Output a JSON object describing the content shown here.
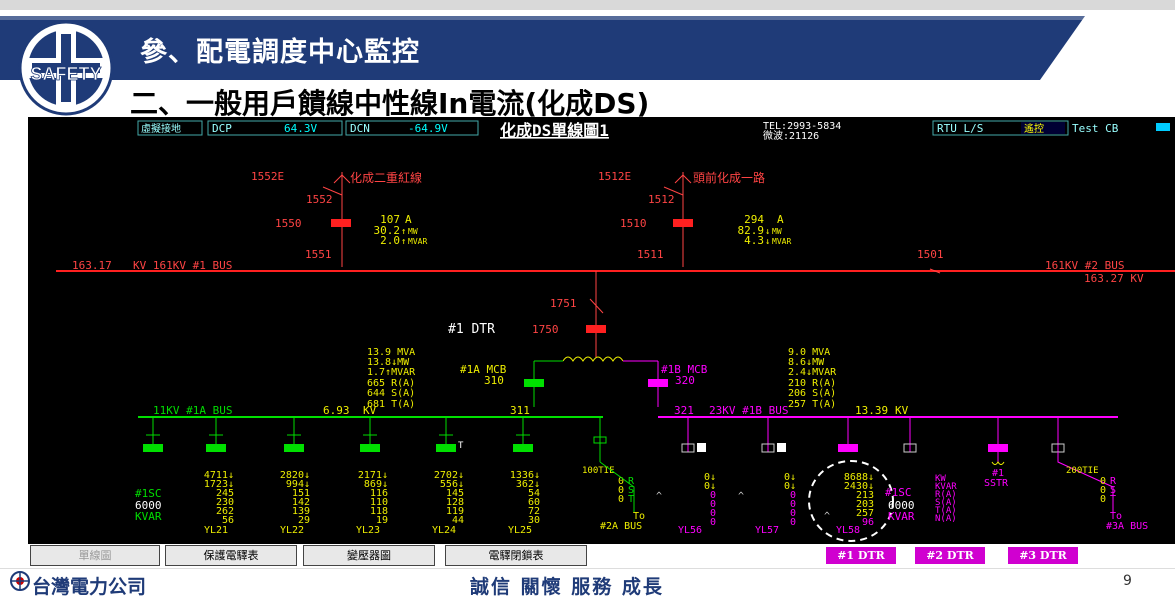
{
  "slide": {
    "banner_title": "參、配電調度中心監控",
    "subtitle": "二、一般用戶饋線中性線In電流(化成DS)",
    "safety_badge": "SAFETY",
    "company": "台灣電力公司",
    "motto": "誠信 關懷 服務 成長",
    "page_number": "9"
  },
  "scada": {
    "header": {
      "virtual_ground": "虛擬接地",
      "dcp_label": "DCP",
      "dcp_value": "64.3V",
      "dcn_label": "DCN",
      "dcn_value": "-64.9V",
      "title": "化成DS單線圖1",
      "tel": "TEL:2993-5834",
      "micro": "微波:21126",
      "rtu": "RTU L/S",
      "remote": "遙控",
      "test_cb": "Test CB"
    },
    "lines": {
      "left_name": "化成二重紅線",
      "right_name": "頭前化成一路",
      "left_top_id": "1552E",
      "left_sw": "1552",
      "left_cb": "1550",
      "left_low": "1551",
      "right_top_id": "1512E",
      "right_sw": "1512",
      "right_cb": "1510",
      "right_low": "1511",
      "left_a": "107",
      "left_mw": "30.2",
      "left_mvar": "2.0",
      "right_a": "294",
      "right_mw": "82.9",
      "right_mvar": "4.3",
      "unit_a": "A",
      "unit_mw": "MW",
      "unit_mvar": "MVAR",
      "tie": "1501"
    },
    "buses": {
      "bus1_kv": "163.17",
      "bus1_label": "KV 161KV #1 BUS",
      "bus2_label": "161KV #2 BUS",
      "bus2_kv": "163.27 KV"
    },
    "transformer": {
      "sw": "1751",
      "name": "#1  DTR",
      "cb": "1750",
      "left_mcb": "#1A MCB",
      "left_mcb_id": "310",
      "right_mcb": "#1B MCB",
      "right_mcb_id": "320",
      "left_meas": [
        "13.9 MVA",
        "13.8↓MW",
        "1.7↑MVAR",
        "665  R(A)",
        "644  S(A)",
        "681  T(A)"
      ],
      "right_meas": [
        "9.0 MVA",
        "8.6↓MW",
        "2.4↓MVAR",
        "210  R(A)",
        "206  S(A)",
        "257  T(A)"
      ]
    },
    "bus_1a": {
      "label": "11KV #1A BUS",
      "kv": "6.93",
      "kv_unit": "KV",
      "id": "311"
    },
    "bus_1b": {
      "id": "321",
      "label": "23KV #1B BUS",
      "kv": "13.39",
      "kv_unit": "KV"
    },
    "feeders_left": [
      {
        "name": "YL21",
        "vals": [
          "4711↓",
          "1723↓",
          "245",
          "230",
          "262",
          "56"
        ]
      },
      {
        "name": "YL22",
        "vals": [
          "2820↓",
          "994↓",
          "151",
          "142",
          "139",
          "29"
        ]
      },
      {
        "name": "YL23",
        "vals": [
          "2171↓",
          "869↓",
          "116",
          "110",
          "118",
          "19"
        ]
      },
      {
        "name": "YL24",
        "vals": [
          "2702↓",
          "556↓",
          "145",
          "128",
          "119",
          "44"
        ]
      },
      {
        "name": "YL25",
        "vals": [
          "1336↓",
          "362↓",
          "54",
          "60",
          "72",
          "30"
        ]
      }
    ],
    "sc_left": {
      "name": "#1SC",
      "value": "6000",
      "unit": "KVAR"
    },
    "tie_100": {
      "name": "100TIE",
      "phases": [
        "0",
        "0",
        "0"
      ],
      "rst": [
        "R",
        "S",
        "T"
      ],
      "to": "To",
      "dest": "#2A BUS"
    },
    "feeders_right": [
      {
        "name": "YL56",
        "vals": [
          "0↓",
          "0↓",
          "0",
          "0",
          "0",
          "0"
        ]
      },
      {
        "name": "YL57",
        "vals": [
          "0↓",
          "0↓",
          "0",
          "0",
          "0",
          "0"
        ]
      },
      {
        "name": "YL58",
        "vals": [
          "8688↓",
          "2430↓",
          "213",
          "203",
          "257",
          "96"
        ]
      }
    ],
    "sc_right": {
      "name": "#1SC",
      "value": "6000",
      "unit": "KVAR"
    },
    "legend_units": [
      "KW",
      "KVAR",
      "R(A)",
      "S(A)",
      "T(A)",
      "N(A)"
    ],
    "sstr": {
      "name": "#1",
      "label": "SSTR"
    },
    "tie_200": {
      "name": "200TIE",
      "phases": [
        "0",
        "0",
        "0"
      ],
      "rst": [
        "R",
        "S",
        "T"
      ],
      "to": "To",
      "dest": "#3A BUS"
    }
  },
  "toolbar": {
    "tabs": [
      "單線圖",
      "保護電驛表",
      "變壓器圖",
      "電驛閉鎖表"
    ],
    "dtr_tabs": [
      "#1 DTR",
      "#2 DTR",
      "#3 DTR"
    ]
  },
  "colors": {
    "red_bus": "#ff2020",
    "green_bus": "#00e000",
    "magenta_bus": "#ff00ff",
    "yellow_text": "#e8e000",
    "banner_blue": "#1f3b78"
  }
}
